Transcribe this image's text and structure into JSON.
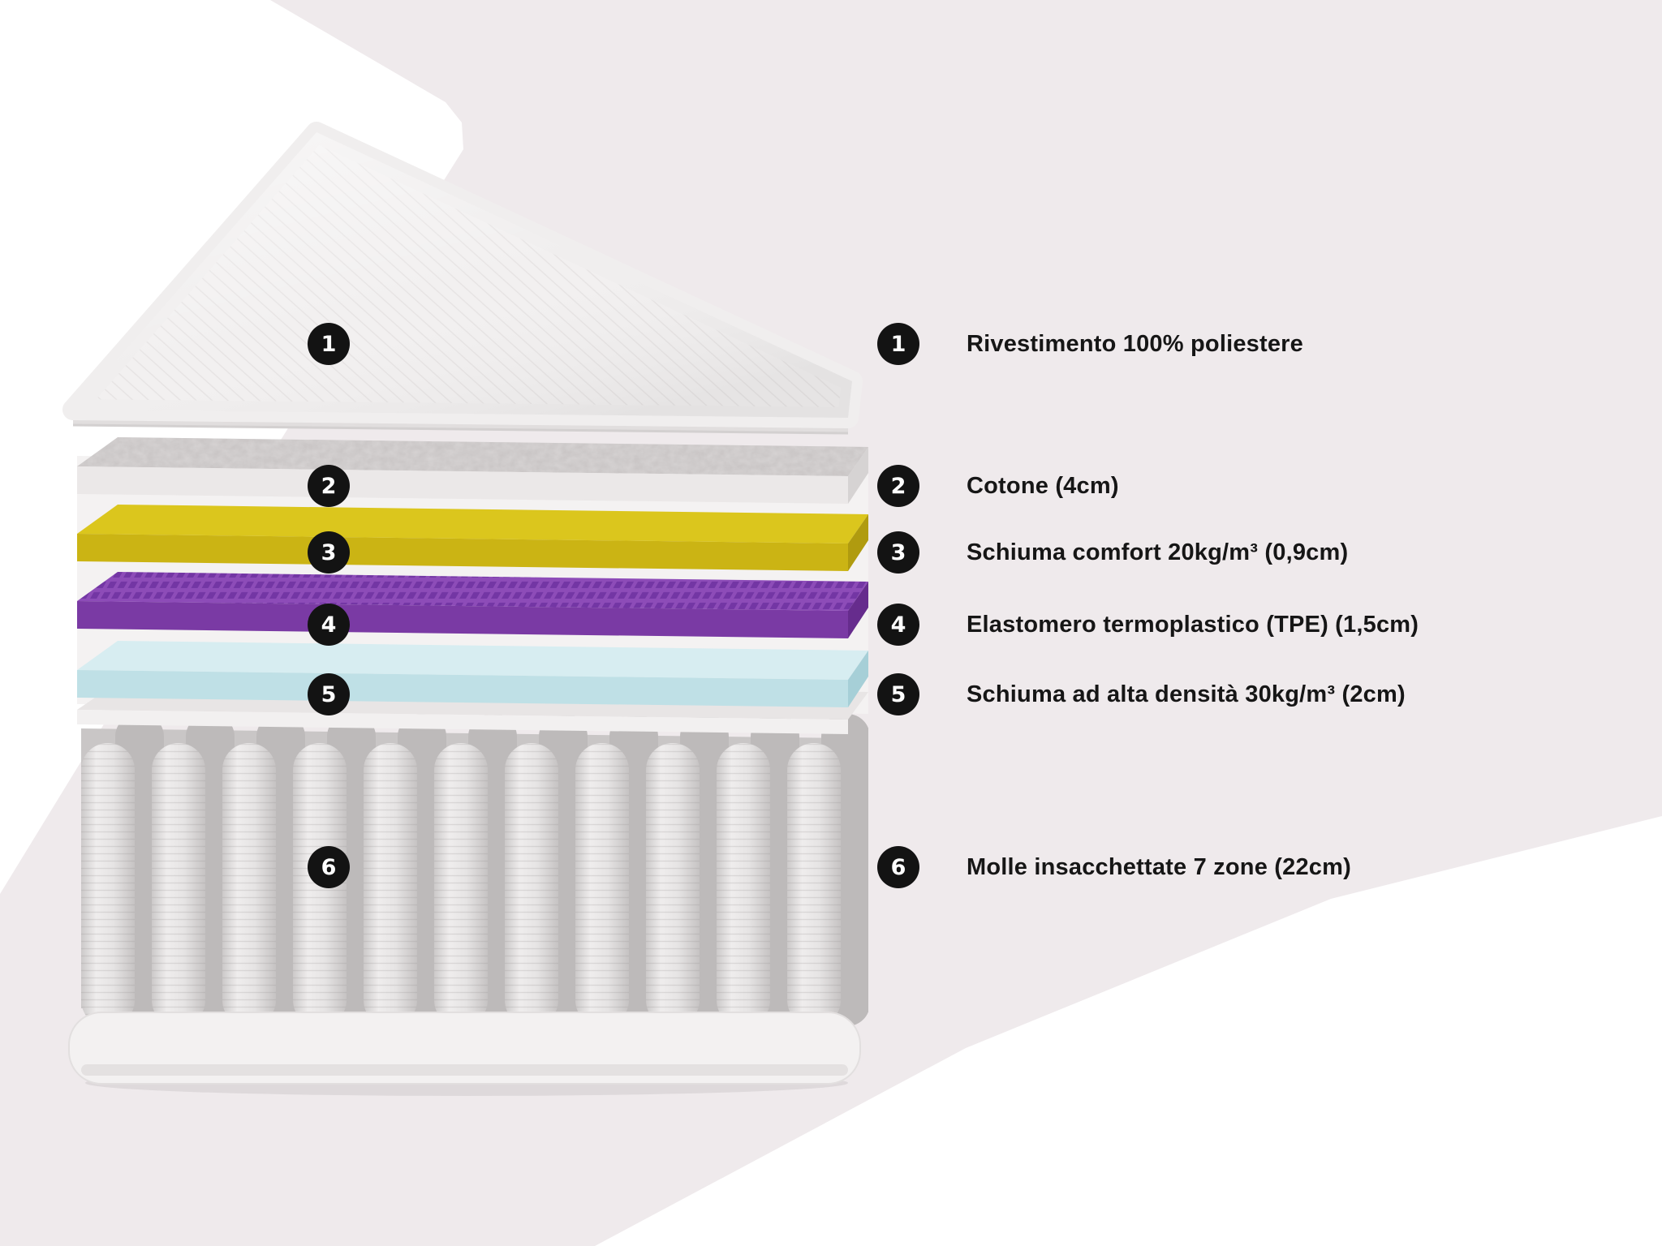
{
  "background": {
    "page_color": "#EFEAEC",
    "corner_shape_color": "#FFFFFF"
  },
  "legend": {
    "items": [
      {
        "number": "1",
        "label": "Rivestimento 100% poliestere"
      },
      {
        "number": "2",
        "label": "Cotone (4cm)"
      },
      {
        "number": "3",
        "label": "Schiuma comfort 20kg/m³ (0,9cm)"
      },
      {
        "number": "4",
        "label": "Elastomero termoplastico (TPE) (1,5cm)"
      },
      {
        "number": "5",
        "label": "Schiuma ad alta densità 30kg/m³ (2cm)"
      },
      {
        "number": "6",
        "label": "Molle insacchettate 7 zone (22cm)"
      }
    ]
  },
  "diagram": {
    "markers": [
      "1",
      "2",
      "3",
      "4",
      "5",
      "6"
    ],
    "marker_color": "#131313",
    "marker_text_color": "#FFFFFF",
    "layer_colors": {
      "cover": "#F1EFEF",
      "cotton": "#C7C3C3",
      "comfort_foam": "#DBC61D",
      "tpe": "#8D4CB8",
      "high_density_foam": "#BFE0E6",
      "springs": "#DCD9D9"
    }
  }
}
